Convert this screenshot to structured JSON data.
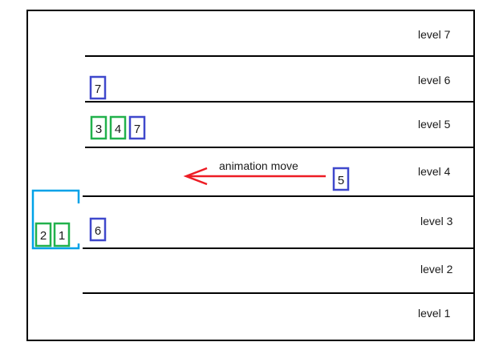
{
  "levels": [
    "level 7",
    "level 6",
    "level 5",
    "level 4",
    "level 3",
    "level 2",
    "level 1"
  ],
  "boxes": {
    "level6": [
      "7"
    ],
    "level5": [
      "3",
      "4",
      "7"
    ],
    "level4": [
      "5"
    ],
    "level3": [
      "6"
    ],
    "elevator": [
      "2",
      "1"
    ]
  },
  "annotation": "animation move",
  "colors": {
    "outline": "#000000",
    "green_box": "#22b14c",
    "blue_box": "#3f48cc",
    "elevator": "#00a2e8",
    "arrow": "#ed1c24"
  }
}
